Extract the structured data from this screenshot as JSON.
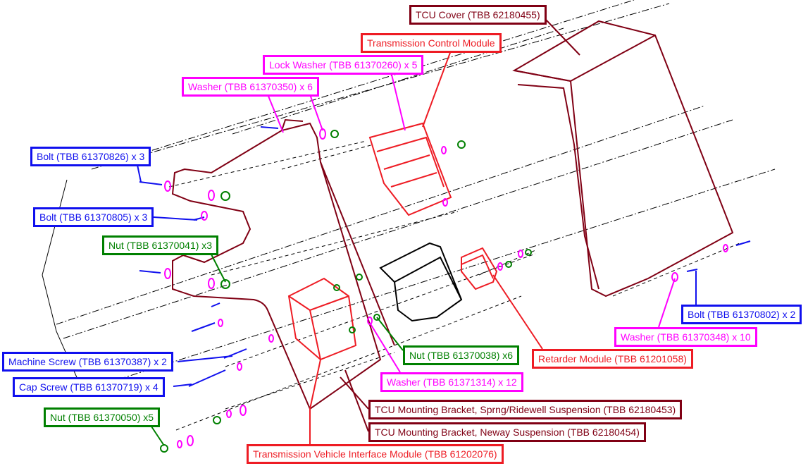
{
  "labels": {
    "tcu_cover": "TCU Cover (TBB 62180455)",
    "tcm": "Transmission Control Module",
    "lock_washer": "Lock Washer (TBB 61370260) x 5",
    "washer_350": "Washer (TBB 61370350) x 6",
    "bolt_826": "Bolt (TBB 61370826) x 3",
    "bolt_805": "Bolt (TBB 61370805) x 3",
    "nut_041": "Nut (TBB 61370041) x3",
    "bolt_802": "Bolt (TBB 61370802) x 2",
    "washer_348": "Washer (TBB 61370348) x 10",
    "retarder": "Retarder Module (TBB 61201058)",
    "nut_038": "Nut (TBB 61370038) x6",
    "machine_screw": "Machine Screw (TBB 61370387) x 2",
    "washer_314": "Washer (TBB 61371314) x 12",
    "cap_screw": "Cap Screw (TBB 61370719) x 4",
    "bracket_sprng": "TCU Mounting Bracket, Sprng/Ridewell Suspension (TBB 62180453)",
    "bracket_neway": "TCU Mounting Bracket, Neway Suspension (TBB 62180454)",
    "nut_050": "Nut (TBB 61370050) x5",
    "tvim": "Transmission Vehicle Interface Module (TBB 61202076)"
  },
  "colors": {
    "blue": "#1010ee",
    "magenta": "#ff00ff",
    "green": "#008000",
    "red": "#ee1c24",
    "dark_red": "#800014"
  }
}
